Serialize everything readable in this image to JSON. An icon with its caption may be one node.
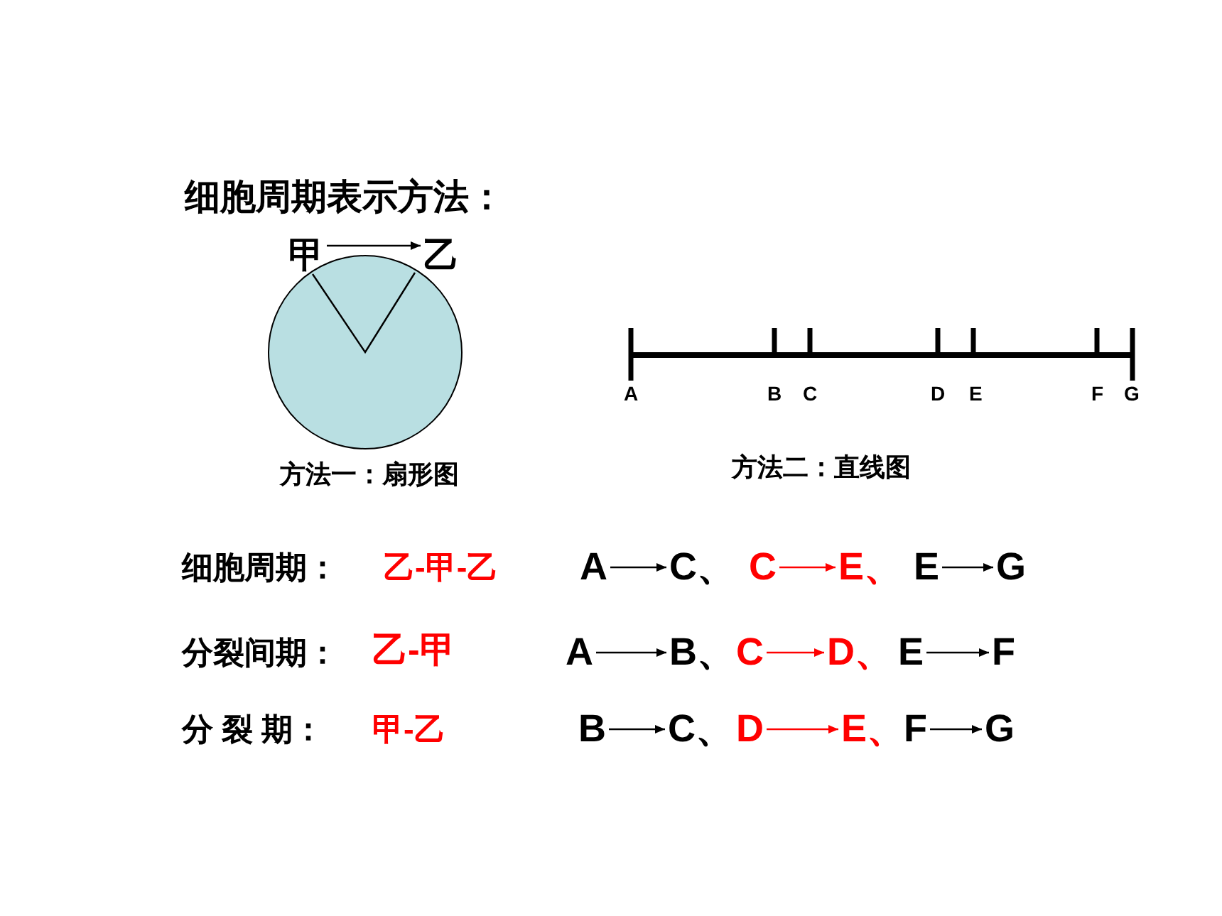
{
  "diagram": {
    "title": "细胞周期表示方法：",
    "nodes": [
      {
        "text": [
          "甲"
        ]
      },
      {
        "text": [
          "乙"
        ]
      },
      {
        "text": [],
        "shape": "circle",
        "beside": [
          "方法一：扇形图"
        ]
      },
      {
        "text": [
          "A"
        ]
      },
      {
        "text": [
          "C、"
        ]
      },
      {
        "text": [
          "C"
        ]
      },
      {
        "text": [
          "E、"
        ]
      },
      {
        "text": [
          "E"
        ]
      },
      {
        "text": [
          "G"
        ]
      },
      {
        "text": [
          "A"
        ]
      },
      {
        "text": [
          "B、"
        ]
      },
      {
        "text": [
          "C"
        ]
      },
      {
        "text": [
          "D、"
        ]
      },
      {
        "text": [
          "E"
        ]
      },
      {
        "text": [
          "F"
        ]
      },
      {
        "text": [
          "B"
        ]
      },
      {
        "text": [
          "C、"
        ]
      },
      {
        "text": [
          "D"
        ]
      },
      {
        "text": [
          "E、"
        ]
      },
      {
        "text": [
          "F"
        ]
      },
      {
        "text": [
          "G"
        ]
      }
    ],
    "edges": [
      {
        "from": 0,
        "to": 1,
        "arrow": "to"
      },
      {
        "from": 3,
        "to": 4,
        "arrow": "to"
      },
      {
        "from": 5,
        "to": 6,
        "arrow": "to",
        "color": "#ff0000"
      },
      {
        "from": 7,
        "to": 8,
        "arrow": "to"
      },
      {
        "from": 9,
        "to": 10,
        "arrow": "to"
      },
      {
        "from": 11,
        "to": 12,
        "arrow": "to",
        "color": "#ff0000"
      },
      {
        "from": 13,
        "to": 14,
        "arrow": "to"
      },
      {
        "from": 15,
        "to": 16,
        "arrow": "to"
      },
      {
        "from": 17,
        "to": 18,
        "arrow": "to",
        "color": "#ff0000"
      },
      {
        "from": 19,
        "to": 20,
        "arrow": "to"
      }
    ],
    "labels": [
      "A",
      "B",
      "C",
      "D",
      "E",
      "F",
      "G",
      "方法二：直线图",
      "细胞周期：",
      "乙-甲-乙",
      "分裂间期：",
      "乙-甲",
      "分 裂 期：",
      "甲-乙"
    ]
  }
}
